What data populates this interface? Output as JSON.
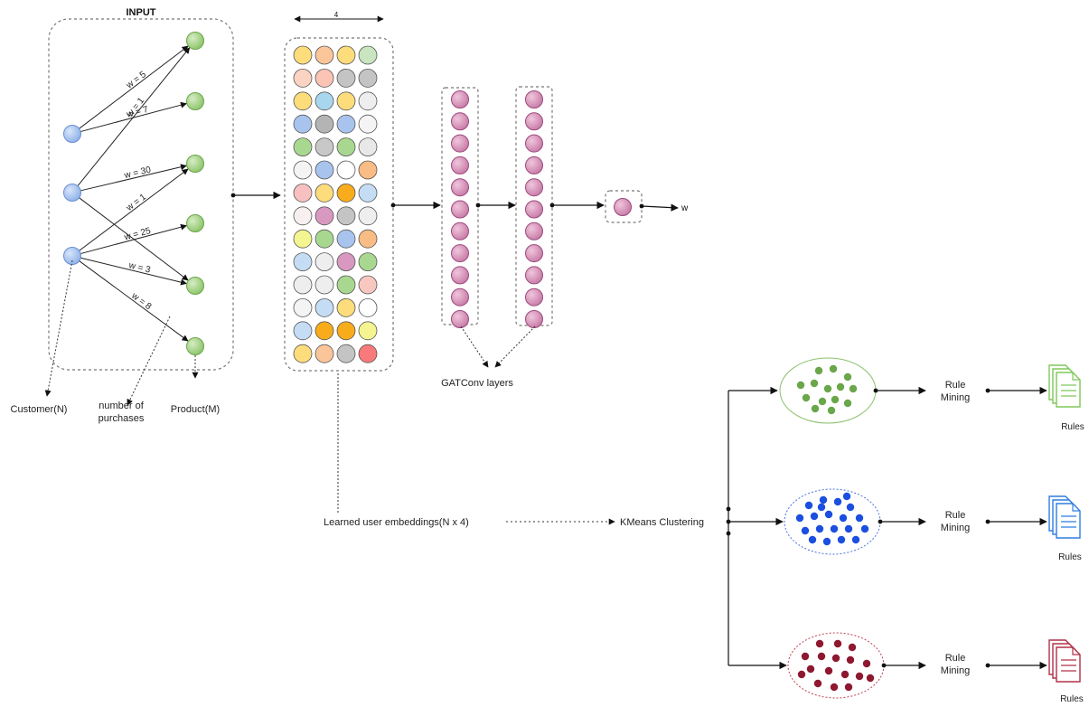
{
  "input": {
    "title": "INPUT",
    "customer_label": "Customer(N)",
    "purchases_label_line1": "number of",
    "purchases_label_line2": "purchases",
    "product_label": "Product(M)",
    "edges": [
      {
        "from": 0,
        "to": 0,
        "label": "w = 5"
      },
      {
        "from": 0,
        "to": 1,
        "label": "w = 7"
      },
      {
        "from": 1,
        "to": 0,
        "label": "w = 1"
      },
      {
        "from": 1,
        "to": 2,
        "label": "w = 30"
      },
      {
        "from": 1,
        "to": 4,
        "label": ""
      },
      {
        "from": 2,
        "to": 2,
        "label": "w = 1"
      },
      {
        "from": 2,
        "to": 3,
        "label": "w = 25"
      },
      {
        "from": 2,
        "to": 4,
        "label": "w = 3"
      },
      {
        "from": 2,
        "to": 5,
        "label": "w = 8"
      }
    ]
  },
  "embedding_matrix": {
    "width_label": "4",
    "rows": [
      [
        "#fddc7c",
        "#fbc59a",
        "#fddc7c",
        "#c8e5c0"
      ],
      [
        "#fbd3c2",
        "#fbc4b4",
        "#c4c4c4",
        "#c4c4c4"
      ],
      [
        "#fddc7c",
        "#a8d6ee",
        "#fddc7c",
        "#eeeeee"
      ],
      [
        "#a8c4ee",
        "#b4b4b4",
        "#a8c4ee",
        "#f4f4f4"
      ],
      [
        "#a8d890",
        "#c8c8c8",
        "#a8d890",
        "#e8e8e8"
      ],
      [
        "#f4f4f4",
        "#a8c4ee",
        "#ffffff",
        "#f8bc84"
      ],
      [
        "#f8c0c0",
        "#fddc7c",
        "#f8ac1c",
        "#c4ddf4"
      ],
      [
        "#f8f0f0",
        "#d898c0",
        "#c4c4c4",
        "#eeeeee"
      ],
      [
        "#f4f490",
        "#a8d890",
        "#a8c4ee",
        "#f8bc84"
      ],
      [
        "#c4ddf4",
        "#eeeeee",
        "#d898c0",
        "#a8d890"
      ],
      [
        "#eeeeee",
        "#eeeeee",
        "#a8d890",
        "#f8c8c0"
      ],
      [
        "#f4f4f4",
        "#c4ddf4",
        "#fddc7c",
        "#ffffff"
      ],
      [
        "#c4ddf4",
        "#f8ac1c",
        "#f8ac1c",
        "#f4f490"
      ],
      [
        "#fddc7c",
        "#fbc59a",
        "#c4c4c4",
        "#f87a7a"
      ]
    ]
  },
  "gat": {
    "label": "GATConv layers",
    "nodes_per_layer": 11,
    "output_label": "w"
  },
  "pipeline": {
    "embeddings_label": "Learned user embeddings(N x 4)",
    "kmeans_label": "KMeans Clustering"
  },
  "clusters": [
    {
      "color": "#6aa64a",
      "border": "#8ac06c",
      "rule_line1": "Rule",
      "rule_line2": "Mining",
      "rules_label": "Rules",
      "doc_color": "#7ec85a"
    },
    {
      "color": "#1c4fe0",
      "border": "#4a74e0",
      "rule_line1": "Rule",
      "rule_line2": "Mining",
      "rules_label": "Rules",
      "doc_color": "#2f7ee0"
    },
    {
      "color": "#8e1830",
      "border": "#c04050",
      "rule_line1": "Rule",
      "rule_line2": "Mining",
      "rules_label": "Rules",
      "doc_color": "#b03048"
    }
  ]
}
